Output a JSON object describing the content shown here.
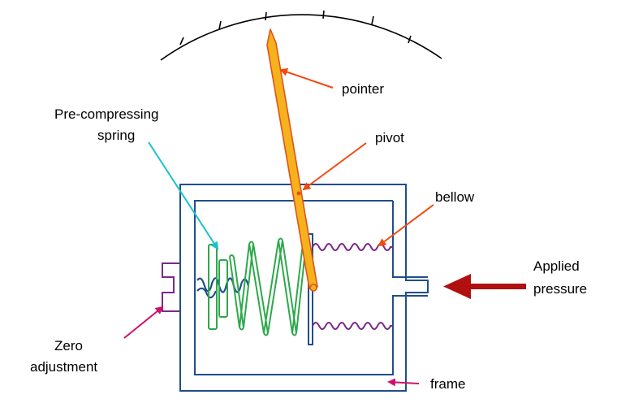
{
  "labels": {
    "pointer": "pointer",
    "pivot": "pivot",
    "spring_line1": "Pre-compressing",
    "spring_line2": "spring",
    "bellow": "bellow",
    "applied_line1": "Applied",
    "applied_line2": "pressure",
    "zero_line1": "Zero",
    "zero_line2": "adjustment",
    "frame": "frame"
  },
  "colors": {
    "frame": "#1f4e8c",
    "pointer_fill": "#f5b21c",
    "pointer_stroke": "#e0521a",
    "arrow_orange": "#f04a10",
    "spring": "#2ea84a",
    "spring_leader": "#19c2c9",
    "bellow": "#7b2a8a",
    "magenta": "#d0116b",
    "pressure_arrow": "#b01010",
    "screw_back": "#1f4e8c"
  }
}
